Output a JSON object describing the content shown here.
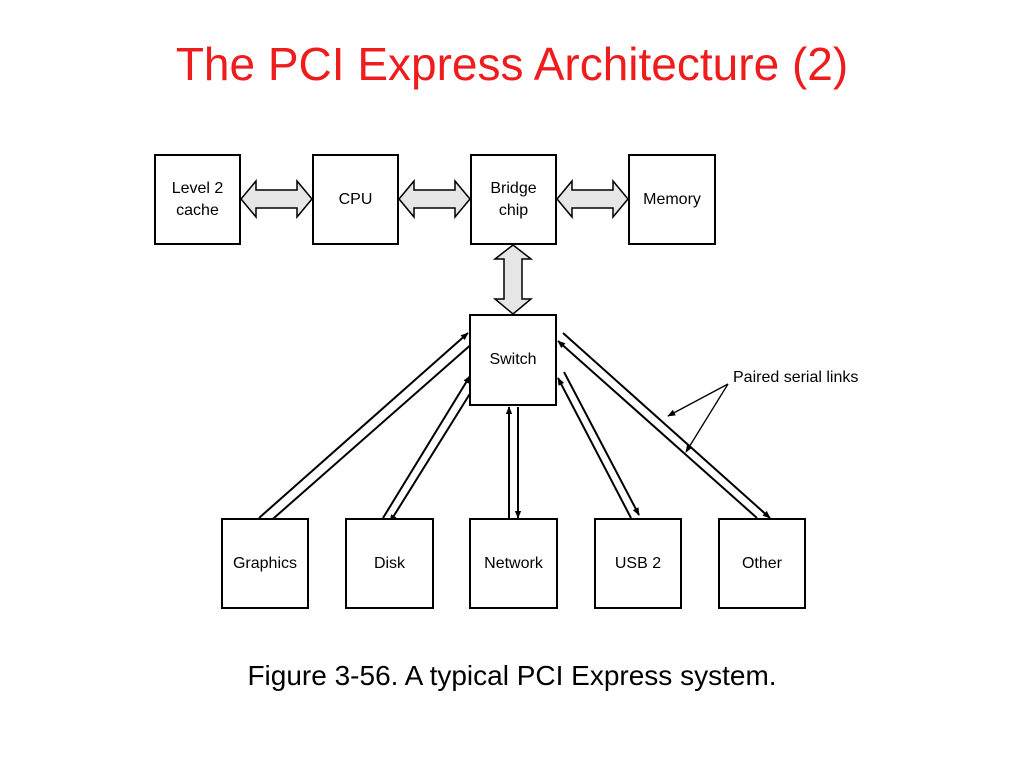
{
  "slide": {
    "title": "The PCI Express Architecture (2)",
    "title_color": "#ee1c1c"
  },
  "diagram": {
    "top_row": [
      {
        "id": "cache",
        "label": "Level 2\ncache"
      },
      {
        "id": "cpu",
        "label": "CPU"
      },
      {
        "id": "bridge",
        "label": "Bridge\nchip"
      },
      {
        "id": "memory",
        "label": "Memory"
      }
    ],
    "switch": {
      "label": "Switch"
    },
    "devices": [
      {
        "id": "graphics",
        "label": "Graphics"
      },
      {
        "id": "disk",
        "label": "Disk"
      },
      {
        "id": "network",
        "label": "Network"
      },
      {
        "id": "usb2",
        "label": "USB 2"
      },
      {
        "id": "other",
        "label": "Other"
      }
    ],
    "link_label": "Paired serial links",
    "fat_arrow_color": "#e6e6e6"
  },
  "caption": "Figure 3-56. A typical PCI Express system."
}
